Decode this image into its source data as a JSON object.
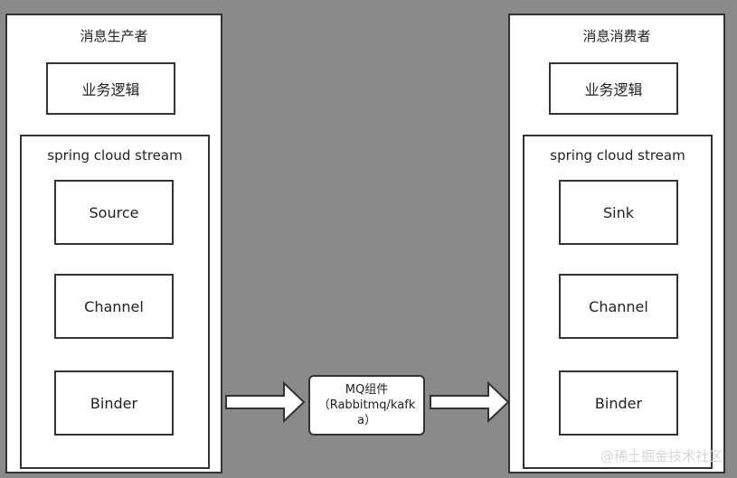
{
  "producer": {
    "title": "消息生产者",
    "business_logic": "业务逻辑",
    "stream_title": "spring cloud stream",
    "components": [
      "Source",
      "Channel",
      "Binder"
    ]
  },
  "consumer": {
    "title": "消息消费者",
    "business_logic": "业务逻辑",
    "stream_title": "spring cloud stream",
    "components": [
      "Sink",
      "Channel",
      "Binder"
    ]
  },
  "mq": {
    "label": "MQ组件\n（Rabbitmq/kafk\na）"
  },
  "watermark": "@稀土掘金技术社区",
  "colors": {
    "background": "#8a8a8a",
    "box": "#ffffff",
    "border": "#333333"
  }
}
